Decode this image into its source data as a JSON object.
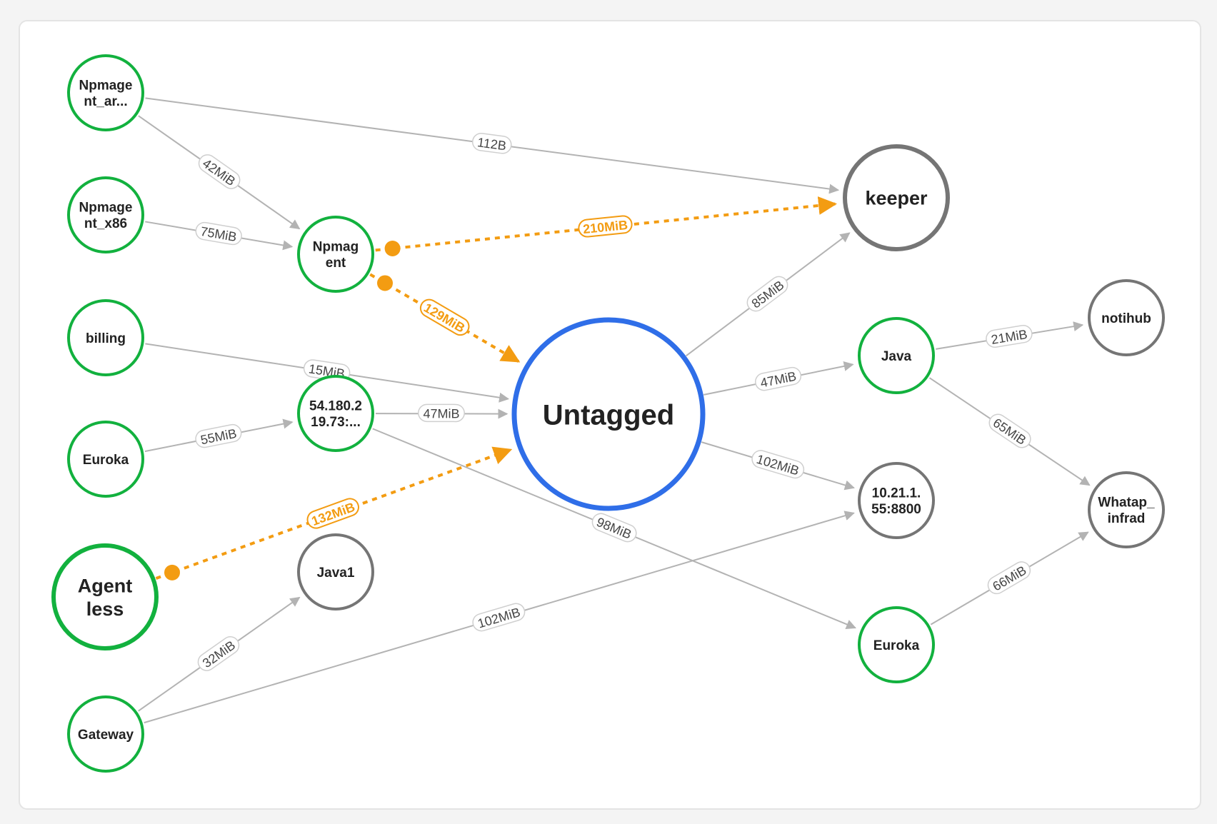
{
  "colors": {
    "ok": "#12b13e",
    "neutral": "#757575",
    "focus": "#2f6ee8",
    "highlight": "#f39c12",
    "edge": "#b3b3b3",
    "text": "#222222"
  },
  "nodes": [
    {
      "id": "npmagent_ar",
      "lines": [
        "Npmage",
        "nt_ar..."
      ],
      "status": "ok"
    },
    {
      "id": "npmagent_x86",
      "lines": [
        "Npmage",
        "nt_x86"
      ],
      "status": "ok"
    },
    {
      "id": "npmagent",
      "lines": [
        "Npmag",
        "ent"
      ],
      "status": "ok"
    },
    {
      "id": "billing",
      "lines": [
        "billing"
      ],
      "status": "ok"
    },
    {
      "id": "euroka_left",
      "lines": [
        "Euroka"
      ],
      "status": "ok"
    },
    {
      "id": "ip_54",
      "lines": [
        "54.180.2",
        "19.73:..."
      ],
      "status": "ok"
    },
    {
      "id": "agentless",
      "lines": [
        "Agent",
        "less"
      ],
      "status": "ok"
    },
    {
      "id": "java1",
      "lines": [
        "Java1"
      ],
      "status": "neutral"
    },
    {
      "id": "gateway",
      "lines": [
        "Gateway"
      ],
      "status": "ok"
    },
    {
      "id": "untagged",
      "lines": [
        "Untagged"
      ],
      "status": "focus"
    },
    {
      "id": "keeper",
      "lines": [
        "keeper"
      ],
      "status": "neutral"
    },
    {
      "id": "java",
      "lines": [
        "Java"
      ],
      "status": "ok"
    },
    {
      "id": "ip_10",
      "lines": [
        "10.21.1.",
        "55:8800"
      ],
      "status": "neutral"
    },
    {
      "id": "euroka_right",
      "lines": [
        "Euroka"
      ],
      "status": "ok"
    },
    {
      "id": "notihub",
      "lines": [
        "notihub"
      ],
      "status": "neutral"
    },
    {
      "id": "whatap_infrad",
      "lines": [
        "Whatap_",
        "infrad"
      ],
      "status": "neutral"
    }
  ],
  "edges": [
    {
      "id": "e1",
      "from": "npmagent_ar",
      "to": "keeper",
      "label": "112B",
      "highlight": false
    },
    {
      "id": "e2",
      "from": "npmagent_ar",
      "to": "npmagent",
      "label": "42MiB",
      "highlight": false
    },
    {
      "id": "e3",
      "from": "npmagent_x86",
      "to": "npmagent",
      "label": "75MiB",
      "highlight": false
    },
    {
      "id": "e4",
      "from": "npmagent",
      "to": "keeper",
      "label": "210MiB",
      "highlight": true
    },
    {
      "id": "e5",
      "from": "npmagent",
      "to": "untagged",
      "label": "129MiB",
      "highlight": true
    },
    {
      "id": "e6",
      "from": "billing",
      "to": "untagged",
      "label": "15MiB",
      "highlight": false
    },
    {
      "id": "e7",
      "from": "euroka_left",
      "to": "ip_54",
      "label": "55MiB",
      "highlight": false
    },
    {
      "id": "e8",
      "from": "ip_54",
      "to": "untagged",
      "label": "47MiB",
      "highlight": false
    },
    {
      "id": "e9",
      "from": "ip_54",
      "to": "euroka_right",
      "label": "98MiB",
      "highlight": false
    },
    {
      "id": "e10",
      "from": "agentless",
      "to": "untagged",
      "label": "132MiB",
      "highlight": true
    },
    {
      "id": "e11",
      "from": "gateway",
      "to": "java1",
      "label": "32MiB",
      "highlight": false
    },
    {
      "id": "e12",
      "from": "gateway",
      "to": "ip_10",
      "label": "102MiB",
      "highlight": false
    },
    {
      "id": "e13",
      "from": "untagged",
      "to": "keeper",
      "label": "85MiB",
      "highlight": false
    },
    {
      "id": "e14",
      "from": "untagged",
      "to": "java",
      "label": "47MiB",
      "highlight": false
    },
    {
      "id": "e15",
      "from": "untagged",
      "to": "ip_10",
      "label": "102MiB",
      "highlight": false
    },
    {
      "id": "e16",
      "from": "java",
      "to": "notihub",
      "label": "21MiB",
      "highlight": false
    },
    {
      "id": "e17",
      "from": "java",
      "to": "whatap_infrad",
      "label": "65MiB",
      "highlight": false
    },
    {
      "id": "e18",
      "from": "euroka_right",
      "to": "whatap_infrad",
      "label": "66MiB",
      "highlight": false
    }
  ]
}
